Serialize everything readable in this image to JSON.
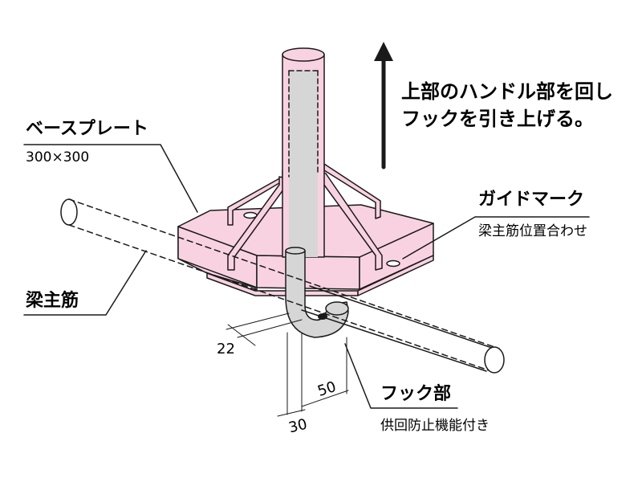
{
  "colors": {
    "pink": "#f9d2e1",
    "gray": "#d6d6d6",
    "line": "#1a1a1a"
  },
  "instruction": {
    "line1": "上部のハンドル部を回し",
    "line2": "フックを引き上げる。"
  },
  "base_plate": {
    "label": "ベースプレート",
    "size": "300×300"
  },
  "guide_mark": {
    "label": "ガイドマーク",
    "note": "梁主筋位置合わせ"
  },
  "main_bar": {
    "label": "梁主筋"
  },
  "hook": {
    "label": "フック部",
    "note": "供回防止機能付き"
  },
  "dimensions": {
    "d22": "22",
    "d50": "50",
    "d30": "30"
  }
}
